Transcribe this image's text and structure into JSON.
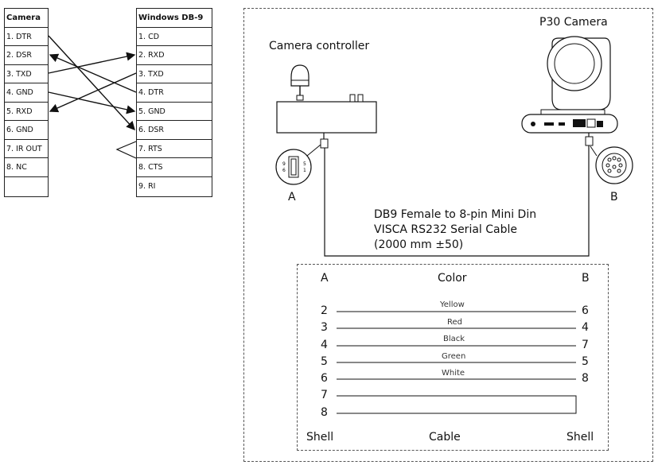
{
  "pinout": {
    "camera_header": "Camera",
    "windows_header": "Windows DB-9",
    "camera_pins": [
      "1. DTR",
      "2. DSR",
      "3. TXD",
      "4. GND",
      "5. RXD",
      "6. GND",
      "7. IR OUT",
      "8. NC",
      ""
    ],
    "windows_pins": [
      "1. CD",
      "2. RXD",
      "3. TXD",
      "4. DTR",
      "5. GND",
      "6. DSR",
      "7. RTS",
      "8. CTS",
      "9. RI"
    ]
  },
  "devices": {
    "controller_label": "Camera controller",
    "camera_label": "P30 Camera",
    "connector_a": "A",
    "connector_b": "B",
    "db9_pins_left": "9\n6",
    "db9_pins_right": "5\n1"
  },
  "cable": {
    "description_line1": "DB9 Female to 8-pin Mini Din",
    "description_line2": "VISCA RS232 Serial Cable",
    "description_line3": "(2000 mm ±50)"
  },
  "wire_table": {
    "header_a": "A",
    "header_color": "Color",
    "header_b": "B",
    "rows": [
      {
        "a": "2",
        "color": "Yellow",
        "b": "6"
      },
      {
        "a": "3",
        "color": "Red",
        "b": "4"
      },
      {
        "a": "4",
        "color": "Black",
        "b": "7"
      },
      {
        "a": "5",
        "color": "Green",
        "b": "5"
      },
      {
        "a": "6",
        "color": "White",
        "b": "8"
      },
      {
        "a": "7",
        "color": "",
        "b": ""
      },
      {
        "a": "8",
        "color": "",
        "b": ""
      }
    ],
    "footer_left": "Shell",
    "footer_center": "Cable",
    "footer_right": "Shell"
  }
}
